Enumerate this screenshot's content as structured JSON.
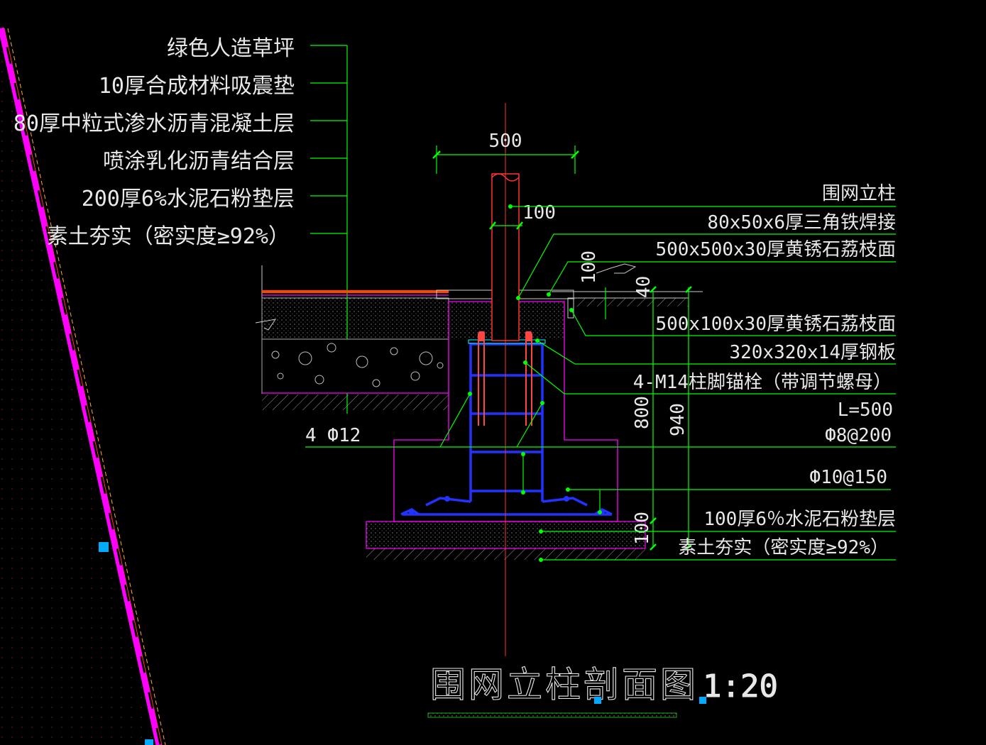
{
  "drawing": {
    "title": "围网立柱剖面图",
    "scale": "1:20"
  },
  "left_layers": [
    "绿色人造草坪",
    "10厚合成材料吸震垫",
    "80厚中粒式渗水沥青混凝土层",
    "喷涂乳化沥青结合层",
    "200厚6%水泥石粉垫层",
    "素土夯实（密实度≥92%）"
  ],
  "right_callouts": [
    "围网立柱",
    "80x50x6厚三角铁焊接",
    "500x500x30厚黄锈石荔枝面",
    "500x100x30厚黄锈石荔枝面",
    "320x320x14厚钢板",
    "4-M14柱脚锚栓（带调节螺母）",
    "L=500",
    "Ф8@200",
    "Ф10@150",
    "100厚6％水泥石粉垫层",
    "素土夯实（密实度≥92%）"
  ],
  "dimensions": {
    "top_width": "500",
    "post_dia": "100",
    "h100": "100",
    "h40": "40",
    "h800": "800",
    "h940": "940",
    "h100_bottom": "100"
  },
  "rebar_label": "4 Ф12",
  "colors": {
    "background": "#000000",
    "leader": "#00ff00",
    "outline": "#ff00ff",
    "rebar": "#1a1aff",
    "post": "#ff3333",
    "text": "#e8e8e8"
  }
}
